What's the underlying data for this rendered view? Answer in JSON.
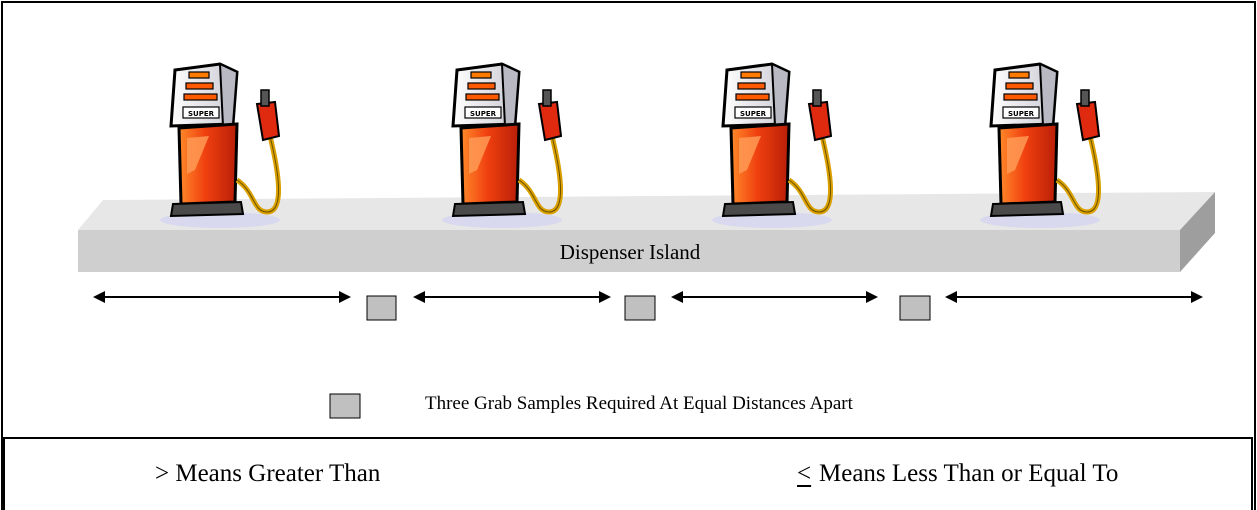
{
  "island": {
    "label": "Dispenser Island"
  },
  "pumps": [
    {
      "sign": "SUPER"
    },
    {
      "sign": "SUPER"
    },
    {
      "sign": "SUPER"
    },
    {
      "sign": "SUPER"
    }
  ],
  "legend": {
    "text": "Three Grab Samples Required At Equal Distances Apart"
  },
  "symbols": {
    "greater_symbol": ">",
    "greater_text": "Means Greater Than",
    "less_equal_symbol": "<",
    "less_equal_text": "Means Less Than or Equal To"
  },
  "colors": {
    "pump_body": "#f0400f",
    "pump_head": "#e8e8ec",
    "island_top": "#e6e6e6",
    "island_front": "#cccccc",
    "island_side": "#9c9c9c",
    "sample_fill": "#c0c0c0"
  }
}
